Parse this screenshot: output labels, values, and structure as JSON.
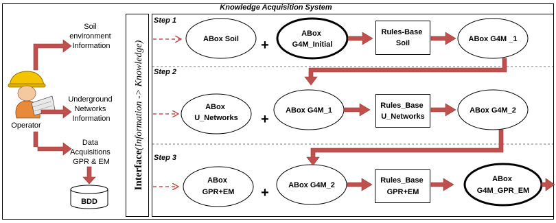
{
  "title": "Knowledge Acquisition System",
  "interface": {
    "main": "Interface",
    "sub": "(Information -> Knowledge)"
  },
  "operator": {
    "label": "Operator",
    "outputs": [
      {
        "lines": [
          "Soil",
          "environment",
          "Information"
        ]
      },
      {
        "lines": [
          "Underground",
          "Networks",
          "Information"
        ]
      },
      {
        "lines": [
          "Data",
          "Acquisitions",
          "GPR & EM"
        ]
      }
    ]
  },
  "bdd": "BDD",
  "steps": [
    {
      "label": "Step 1",
      "input": {
        "lines": [
          "ABox Soil"
        ],
        "thick": false
      },
      "initial": {
        "lines": [
          "ABox",
          "G4M_Initial"
        ],
        "thick": true
      },
      "rules": {
        "lines": [
          "Rules-Base",
          "Soil"
        ]
      },
      "result": {
        "lines": [
          "ABox G4M _1"
        ],
        "thick": false
      }
    },
    {
      "label": "Step 2",
      "input": {
        "lines": [
          "ABox",
          "U_Networks"
        ],
        "thick": false
      },
      "initial": {
        "lines": [
          "ABox G4M_1"
        ],
        "thick": false
      },
      "rules": {
        "lines": [
          "Rules_Base",
          "U_Networks"
        ]
      },
      "result": {
        "lines": [
          "ABox G4M_2"
        ],
        "thick": false
      }
    },
    {
      "label": "Step 3",
      "input": {
        "lines": [
          "ABox",
          "GPR+EM"
        ],
        "thick": false
      },
      "initial": {
        "lines": [
          "ABox G4M_2"
        ],
        "thick": false
      },
      "rules": {
        "lines": [
          "Rules_Base",
          "GPR+EM"
        ]
      },
      "result": {
        "lines": [
          "ABox",
          "G4M_GPR_EM"
        ],
        "thick": true
      }
    }
  ],
  "plus": "+",
  "colors": {
    "arrow": "#c0504d",
    "arrow_dark": "#943634",
    "outline": "#000000"
  }
}
